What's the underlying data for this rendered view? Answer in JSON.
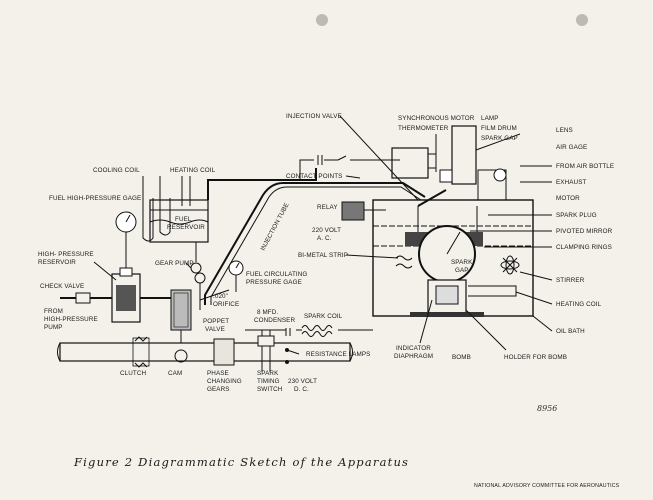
{
  "labels": {
    "injection_valve": "INJECTION VALVE",
    "synchronous_motor": "SYNCHRONOUS MOTOR",
    "lamp": "LAMP",
    "thermometer": "THERMOMETER",
    "film_drum": "FILM DRUM",
    "spark_gap_top": "SPARK GAP",
    "lens": "LENS",
    "air_gage": "AIR GAGE",
    "from_air_bottle": "FROM AIR BOTTLE",
    "exhaust": "EXHAUST",
    "motor": "MOTOR",
    "spark_plug": "SPARK PLUG",
    "pivoted_mirror": "PIVOTED MIRROR",
    "clamping_rings": "CLAMPING RINGS",
    "stirrer": "STIRRER",
    "heating_coil_right": "HEATING COIL",
    "oil_bath": "OIL BATH",
    "holder_for_bomb": "HOLDER FOR BOMB",
    "bomb": "BOMB",
    "indicator_line1": "INDICATOR",
    "indicator_line2": "DIAPHRAGM",
    "spark_gap_center_1": "SPARK",
    "spark_gap_center_2": "GAP",
    "cooling_coil": "COOLING COIL",
    "heating_coil_top": "HEATING  COIL",
    "contact_points": "CONTACT POINTS",
    "fuel_hp_gage": "FUEL HIGH-PRESSURE GAGE",
    "fuel_reservoir_1": "FUEL",
    "fuel_reservoir_2": "RESERVOIR",
    "relay": "RELAY",
    "volt220ac_1": "220 VOLT",
    "volt220ac_2": "A. C.",
    "injection_tube": "INJECTION  TUBE",
    "bimetal_strip": "BI-METAL STRIP",
    "hp_reservoir_1": "HIGH- PRESSURE",
    "hp_reservoir_2": "RESERVOIR",
    "gear_pump": "GEAR PUMP",
    "fuel_circ_1": "FUEL CIRCULATING",
    "fuel_circ_2": "PRESSURE GAGE",
    "check_valve": "CHECK  VALVE",
    "orifice_1": ".020\"",
    "orifice_2": "ORIFICE",
    "from_hp_pump_1": "FROM",
    "from_hp_pump_2": "HIGH-PRESSURE",
    "from_hp_pump_3": "PUMP",
    "poppet_valve_1": "POPPET",
    "poppet_valve_2": "VALVE",
    "condenser_1": "8 MFD.",
    "condenser_2": "CONDENSER",
    "spark_coil": "SPARK COIL",
    "resistance_lamps": "RESISTANCE  LAMPS",
    "clutch": "CLUTCH",
    "cam": "CAM",
    "phase_1": "PHASE",
    "phase_2": "CHANGING",
    "phase_3": "GEARS",
    "timing_1": "SPARK",
    "timing_2": "TIMING",
    "timing_3": "SWITCH",
    "volt230dc_1": "230 VOLT",
    "volt230dc_2": "D. C."
  },
  "caption": "Figure 2  Diagrammatic Sketch of the Apparatus",
  "handwritten_number": "8956",
  "footer": "NATIONAL ADVISORY COMMITTEE FOR AERONAUTICS"
}
